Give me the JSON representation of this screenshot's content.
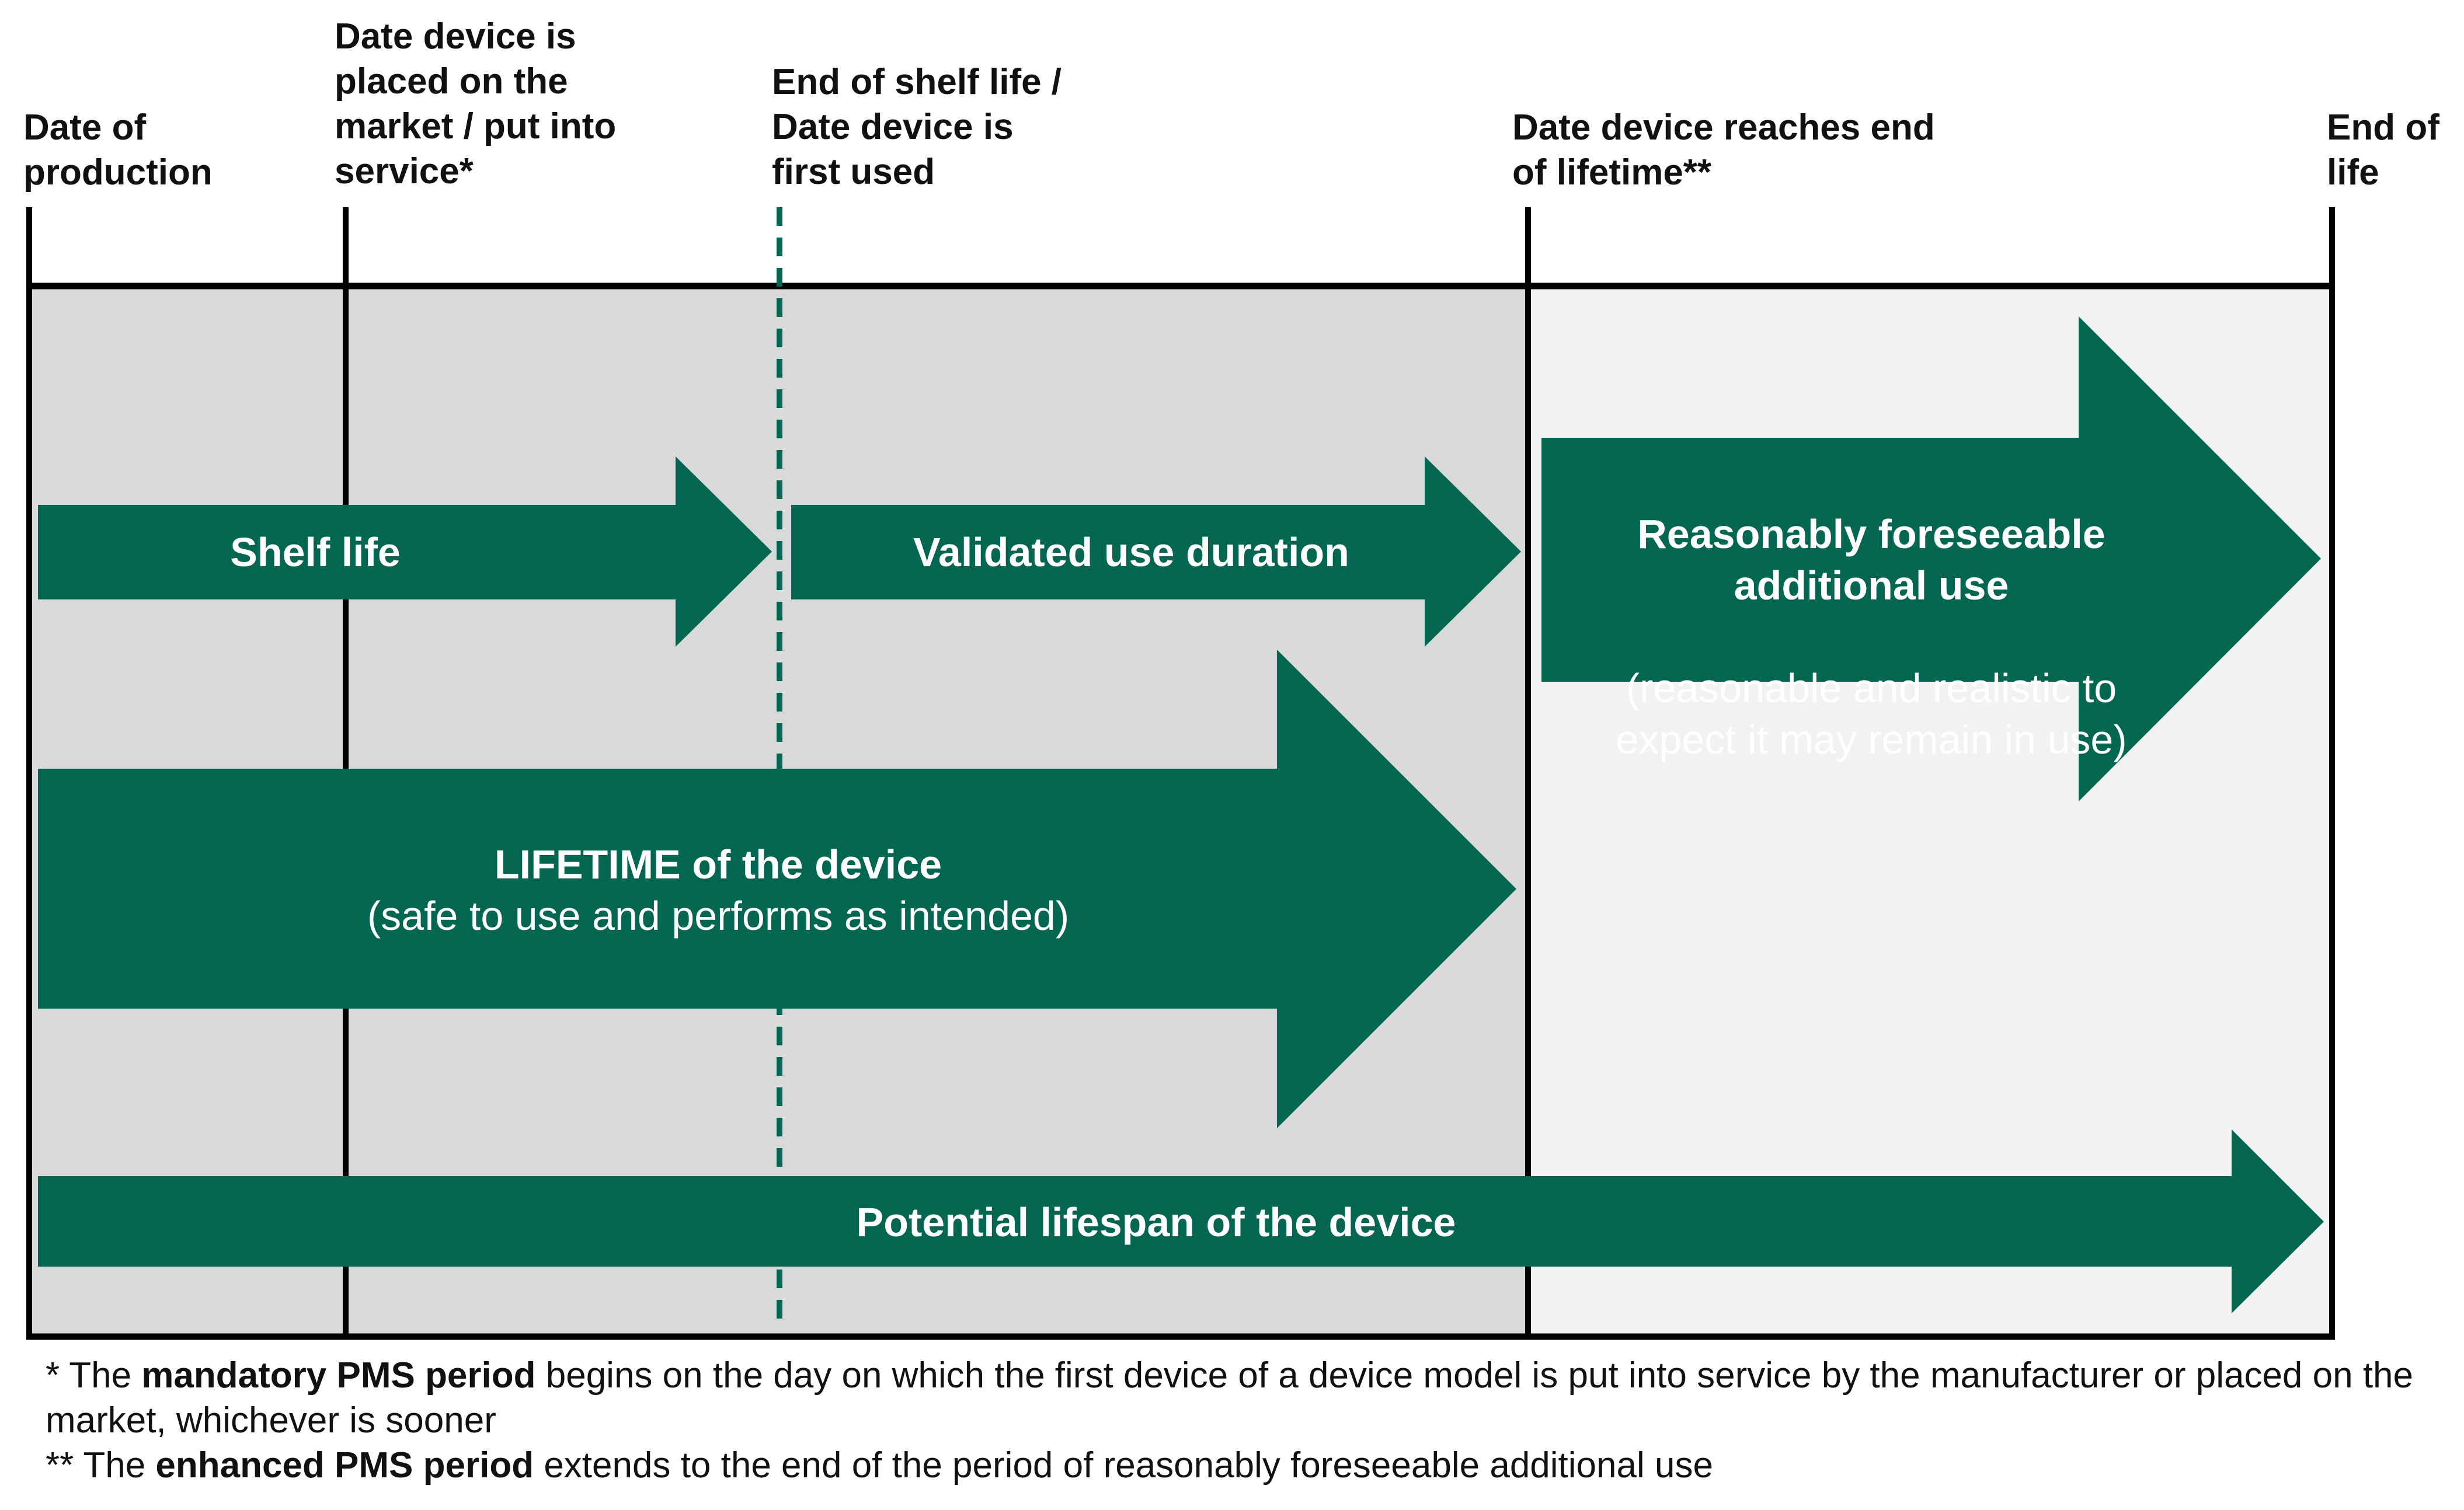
{
  "colors": {
    "arrow_fill": "#036650",
    "period_shade_dark": "#d9d9d9",
    "period_shade_light": "#f2f2f2",
    "line": "#000000",
    "dashed_marker": "#036650"
  },
  "milestones": [
    {
      "id": "production",
      "label": "Date of\nproduction"
    },
    {
      "id": "placed",
      "label": "Date device is\nplaced on the\nmarket / put into\nservice*"
    },
    {
      "id": "shelf-end",
      "label": "End of shelf life /\nDate device is\nfirst used"
    },
    {
      "id": "lifetime-end",
      "label": "Date device reaches end\nof lifetime**"
    },
    {
      "id": "end-of-life",
      "label": "End of\nlife"
    }
  ],
  "arrows": {
    "shelf_life": {
      "title": "Shelf life"
    },
    "validated_use": {
      "title": "Validated use duration"
    },
    "additional_use": {
      "title": "Reasonably foreseeable\nadditional use",
      "subtitle": "(reasonable and realistic to\nexpect it may remain in use)"
    },
    "lifetime": {
      "title": "LIFETIME of the device",
      "subtitle": "(safe to use and performs as intended)"
    },
    "lifespan": {
      "title": "Potential lifespan of the device"
    }
  },
  "footnotes": {
    "note1": {
      "prefix": "* The ",
      "bold": "mandatory PMS period",
      "rest": " begins on the day on which the first device of a device model is put into service by the manufacturer or placed on the market, whichever is sooner"
    },
    "note2": {
      "prefix": "** The ",
      "bold": "enhanced PMS period",
      "rest": " extends to the end of the period of reasonably foreseeable additional use"
    }
  }
}
